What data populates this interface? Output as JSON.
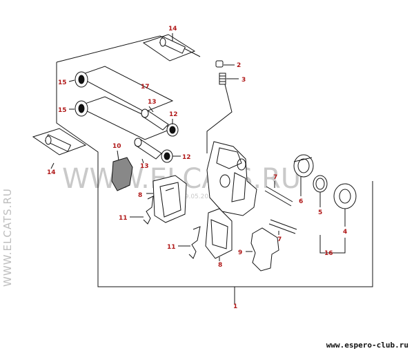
{
  "labels": {
    "l1": "1",
    "l2": "2",
    "l3": "3",
    "l4": "4",
    "l5": "5",
    "l6": "6",
    "l7a": "7",
    "l7b": "7",
    "l8a": "8",
    "l8b": "8",
    "l9": "9",
    "l10": "10",
    "l11a": "11",
    "l11b": "11",
    "l12a": "12",
    "l12b": "12",
    "l13a": "13",
    "l13b": "13",
    "l14a": "14",
    "l14b": "14",
    "l15a": "15",
    "l15b": "15",
    "l16": "16",
    "l17": "17"
  },
  "watermark": {
    "side": "WWW.ELCATS.RU",
    "center": "WWW.ELCATS.RU",
    "date": "29.05.2013"
  },
  "footer": {
    "site": "www.espero-club.ru"
  },
  "colors": {
    "label": "#b01818",
    "line": "#111111",
    "watermark": "#c9c9c9"
  }
}
